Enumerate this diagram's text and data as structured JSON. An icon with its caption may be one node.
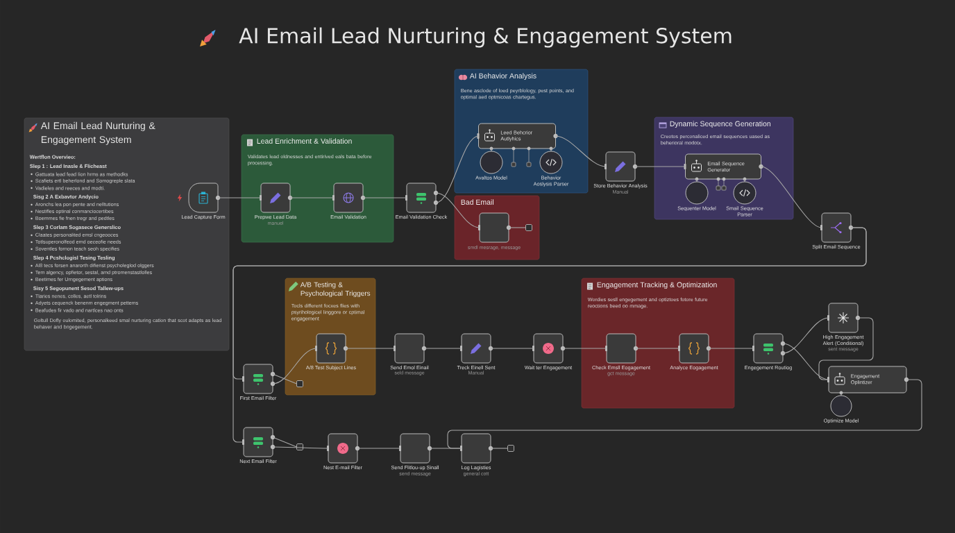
{
  "diagram": {
    "title": "AI Email Lead Nurturing & Engagement System",
    "nodes": [
      {
        "text": [
          "AI Email Lead Nurturing & Engagement System",
          "Wertflon Overvieo:",
          "Slep 1 : Lead Inasle & Flicheast",
          "Gattuata lead fead Iion hrms as methodks",
          "Scafiets ertl beherlond and Somogreple slata",
          "Vadieles and reeces and modti.",
          "Sisg 2 A Exbavtor Andycio",
          "Aronchs lea pon pente and nelltutions",
          "Nestifles optinal conmanciocertibes",
          "Boemmes fie fnen tregr and pedtles",
          "Slep 3 Corlam Sogasece Generslico",
          "Claates personalited emsl cngeooces",
          "Totlsuperonolfeod emd oeceofie needs",
          "Soventles fornon teach seoh specifies",
          "Slep 4 Pcshclogisl Tesing Tesling",
          "Al8 tecs forsen anarorth difienst psycholeglod olggers",
          "Tem algency, opfietor, sestal, amd ptromenstastlolles",
          "Beetimes fer Urngegement aptions",
          "Sisy 5 Segopunent Sesod Tallew-ups",
          "Tlaries nenes, colles, aetl tolrins",
          "Adyets cequenck benenm engegment pettems",
          "Beafudes fir vado and nartlces nao onts",
          "Goltull Dofly oulomited, personalkeed smal nurturing cation that scot adapts as lead behaver and bngegement."
        ]
      },
      {
        "text": [
          "Lead Capture Form"
        ],
        "in": 0
      },
      {
        "text": [
          "Lead Enrichment & Validation",
          "Validates lead oldnesses and entirived eals bata before processing."
        ]
      },
      {
        "text": [
          "Prepwe Lead Data",
          "manuel"
        ],
        "in": 2
      },
      {
        "text": [
          "Email Validation"
        ],
        "in": 2
      },
      {
        "text": [
          "Email Validation Check"
        ]
      },
      {
        "text": [
          "AI Behavior Analysis",
          "Bene asclode of loed peyrblology, pest points, and optimal aed optmicoas chartegus."
        ]
      },
      {
        "text": [
          "Leed Behcrior Autlyhics"
        ],
        "in": 6
      },
      {
        "text": [
          "Avaltos Model"
        ],
        "in": 6
      },
      {
        "text": [
          "Behavior Aoslysis Parser"
        ],
        "in": 6
      },
      {
        "text": [
          "Bad Email"
        ]
      },
      {
        "text": [
          "smdl mesrage, message"
        ],
        "in": 10
      },
      {
        "text": [],
        "shape": "box",
        "in": 10
      },
      {
        "text": [
          "Store Behavior Analysis",
          "Manual"
        ]
      },
      {
        "text": [
          "Dynamic Sequence Generation",
          "Creotos perconaliced email sequences uased as beherioral modotx."
        ]
      },
      {
        "text": [
          "Email Sequence Generator"
        ],
        "in": 14
      },
      {
        "text": [
          "Sequenter Model"
        ],
        "in": 14
      },
      {
        "text": [
          "Smail Sequence Parser"
        ],
        "in": 14
      },
      {
        "text": [
          "Split Email Sequence"
        ]
      },
      {
        "text": [
          "A/B Testing & Psychological Triggers",
          "Tocls different focxes flies with psyrihologicel linggore or cptimal engagement"
        ]
      },
      {
        "text": [
          "First Email Filter"
        ]
      },
      {
        "text": [],
        "shape": "box",
        "in": 19
      },
      {
        "text": [
          "A/8 Test Subject Lines"
        ],
        "in": 19
      },
      {
        "text": [
          "Send Emol Einail",
          "seld message"
        ]
      },
      {
        "text": [
          "Treck Einell Sent",
          "Manual"
        ]
      },
      {
        "text": [
          "Wait ter Engagement"
        ]
      },
      {
        "text": [
          "Engagement Tracking & Optimization",
          "Wordies sesll engegement and optiztoes fotore future reoctions beed oo mmage."
        ]
      },
      {
        "text": [
          "Check Emsll Eogagement",
          "gct message"
        ],
        "in": 26
      },
      {
        "text": [
          "Analyce Eogagement"
        ],
        "in": 26
      },
      {
        "text": [
          "Engegement Routiog"
        ]
      },
      {
        "text": [
          "High Engagement Alert (Conditional)",
          "sent message"
        ]
      },
      {
        "text": [
          "Engagement Oplintizer"
        ]
      },
      {
        "text": [
          "Optimize Model"
        ]
      },
      {
        "text": [
          "Next Email Filter"
        ]
      },
      {
        "text": [],
        "shape": "box"
      },
      {
        "text": [
          "Nest E-mail Filter"
        ]
      },
      {
        "text": [
          "Send Flitlou-up Sinall",
          "send message"
        ]
      },
      {
        "text": [
          "Log Lagisties",
          "general cott"
        ]
      },
      {
        "text": [],
        "shape": "box"
      }
    ],
    "edges": [
      {
        "from": 1,
        "to": 3,
        "arrow": "none"
      },
      {
        "from": 3,
        "to": 4,
        "arrow": "none"
      },
      {
        "from": 4,
        "to": 5,
        "arrow": "none"
      },
      {
        "from": 5,
        "to": 7,
        "arrow": "none"
      },
      {
        "from": 5,
        "to": 11,
        "arrow": "none"
      },
      {
        "from": 11,
        "to": 12,
        "arrow": "none"
      },
      {
        "from": 8,
        "to": 7,
        "arrow": "none"
      },
      {
        "from": 9,
        "to": 7,
        "arrow": "none"
      },
      {
        "from": 7,
        "to": 13,
        "arrow": "none"
      },
      {
        "from": 13,
        "to": 15,
        "arrow": "none"
      },
      {
        "from": 16,
        "to": 15,
        "arrow": "none"
      },
      {
        "from": 17,
        "to": 15,
        "arrow": "none"
      },
      {
        "from": 15,
        "to": 18,
        "arrow": "none"
      },
      {
        "from": 18,
        "to": 20,
        "arrow": "none"
      },
      {
        "from": 18,
        "to": 33,
        "arrow": "none"
      },
      {
        "from": 20,
        "to": 22,
        "arrow": "none"
      },
      {
        "from": 20,
        "to": 21,
        "arrow": "none"
      },
      {
        "from": 22,
        "to": 23,
        "arrow": "none"
      },
      {
        "from": 23,
        "to": 24,
        "arrow": "none"
      },
      {
        "from": 24,
        "to": 25,
        "arrow": "none"
      },
      {
        "from": 25,
        "to": 27,
        "arrow": "none"
      },
      {
        "from": 27,
        "to": 28,
        "arrow": "none"
      },
      {
        "from": 28,
        "to": 29,
        "arrow": "none"
      },
      {
        "from": 29,
        "to": 30,
        "arrow": "none"
      },
      {
        "from": 29,
        "to": 31,
        "arrow": "none"
      },
      {
        "from": 30,
        "to": 31,
        "arrow": "none"
      },
      {
        "from": 32,
        "to": 31,
        "arrow": "none"
      },
      {
        "from": 31,
        "to": 37,
        "arrow": "none"
      },
      {
        "from": 33,
        "to": 35,
        "arrow": "none"
      },
      {
        "from": 33,
        "to": 34,
        "arrow": "none"
      },
      {
        "from": 35,
        "to": 36,
        "arrow": "none"
      },
      {
        "from": 36,
        "to": 37,
        "arrow": "none"
      },
      {
        "from": 37,
        "to": 38,
        "arrow": "none"
      }
    ]
  }
}
